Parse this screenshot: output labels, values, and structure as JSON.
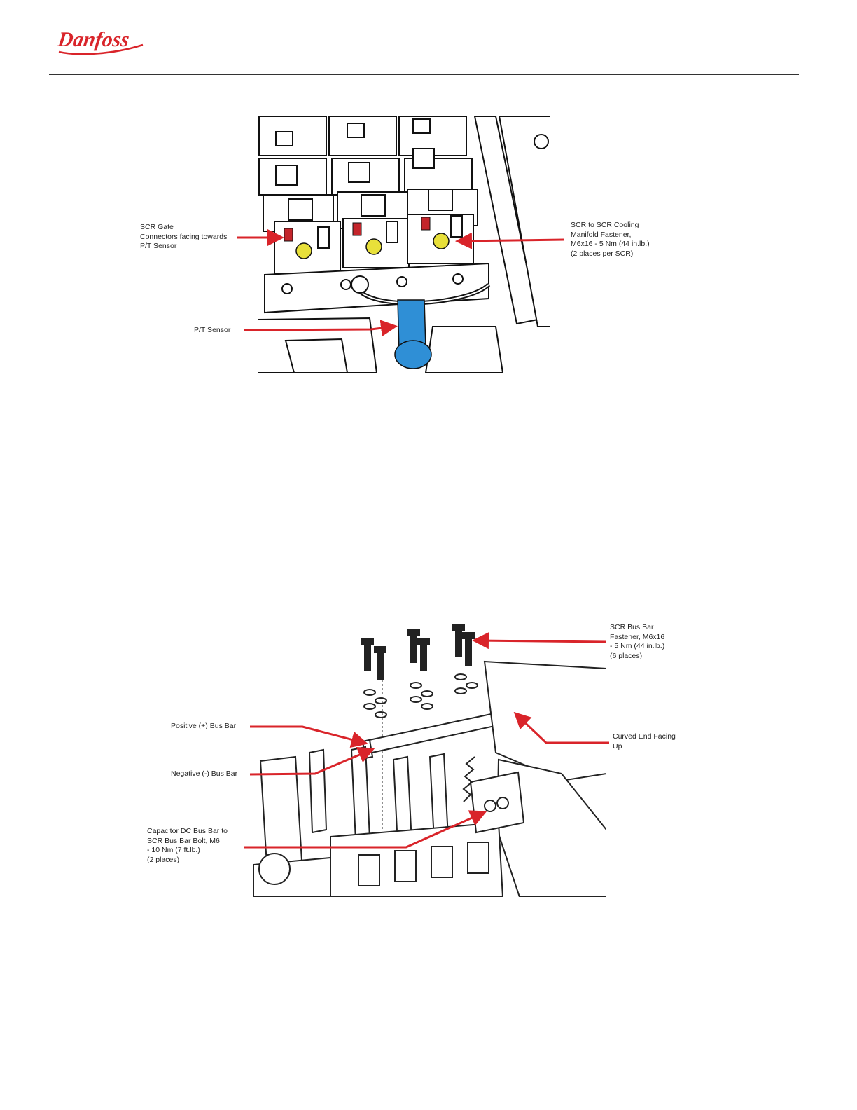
{
  "header": {
    "brand": "Danfoss",
    "brand_color": "#d9242a"
  },
  "figure1": {
    "callouts": {
      "gate_connectors": "SCR Gate\nConnectors facing towards\nP/T Sensor",
      "cooling_fastener": "SCR to SCR Cooling\nManifold Fastener,\nM6x16 - 5 Nm (44 in.lb.)\n(2 places per SCR)",
      "pt_sensor": "P/T Sensor"
    }
  },
  "figure2": {
    "callouts": {
      "bus_bar_fastener": "SCR Bus Bar\nFastener, M6x16\n- 5 Nm (44 in.lb.)\n(6 places)",
      "positive_bus_bar": "Positive (+) Bus Bar",
      "negative_bus_bar": "Negative (-) Bus Bar",
      "curved_end": "Curved End Facing\nUp",
      "capacitor_bolt": "Capacitor DC Bus Bar to\nSCR Bus Bar Bolt, M6\n- 10 Nm (7 ft.lb.)\n(2 places)"
    }
  },
  "colors": {
    "arrow": "#d9242a",
    "fastener_highlight": "#e8e03a",
    "sensor_highlight": "#2f8fd6",
    "gate_highlight": "#c4252b"
  }
}
